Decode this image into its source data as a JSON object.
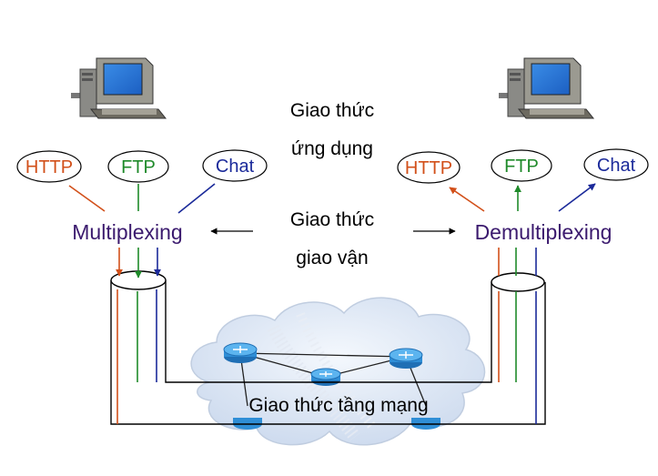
{
  "labels": {
    "app_protocol_line1": "Giao thức",
    "app_protocol_line2": "ứng dụng",
    "transport_protocol_line1": "Giao thức",
    "transport_protocol_line2": "giao vận",
    "network_protocol": "Giao thức tầng mạng"
  },
  "left_host": {
    "process_label": "Multiplexing",
    "apps": [
      {
        "name": "HTTP",
        "color": "#d2501a"
      },
      {
        "name": "FTP",
        "color": "#1f8a2a"
      },
      {
        "name": "Chat",
        "color": "#1b2a9a"
      }
    ]
  },
  "right_host": {
    "process_label": "Demultiplexing",
    "apps": [
      {
        "name": "HTTP",
        "color": "#d2501a"
      },
      {
        "name": "FTP",
        "color": "#1f8a2a"
      },
      {
        "name": "Chat",
        "color": "#1b2a9a"
      }
    ]
  },
  "colors": {
    "http": "#d2501a",
    "ftp": "#1f8a2a",
    "chat": "#1b2a9a",
    "mux_text": "#3b1a6e",
    "cloud": "#dde8f6"
  },
  "icons": [
    "computer-icon",
    "router-icon",
    "cloud-icon"
  ]
}
